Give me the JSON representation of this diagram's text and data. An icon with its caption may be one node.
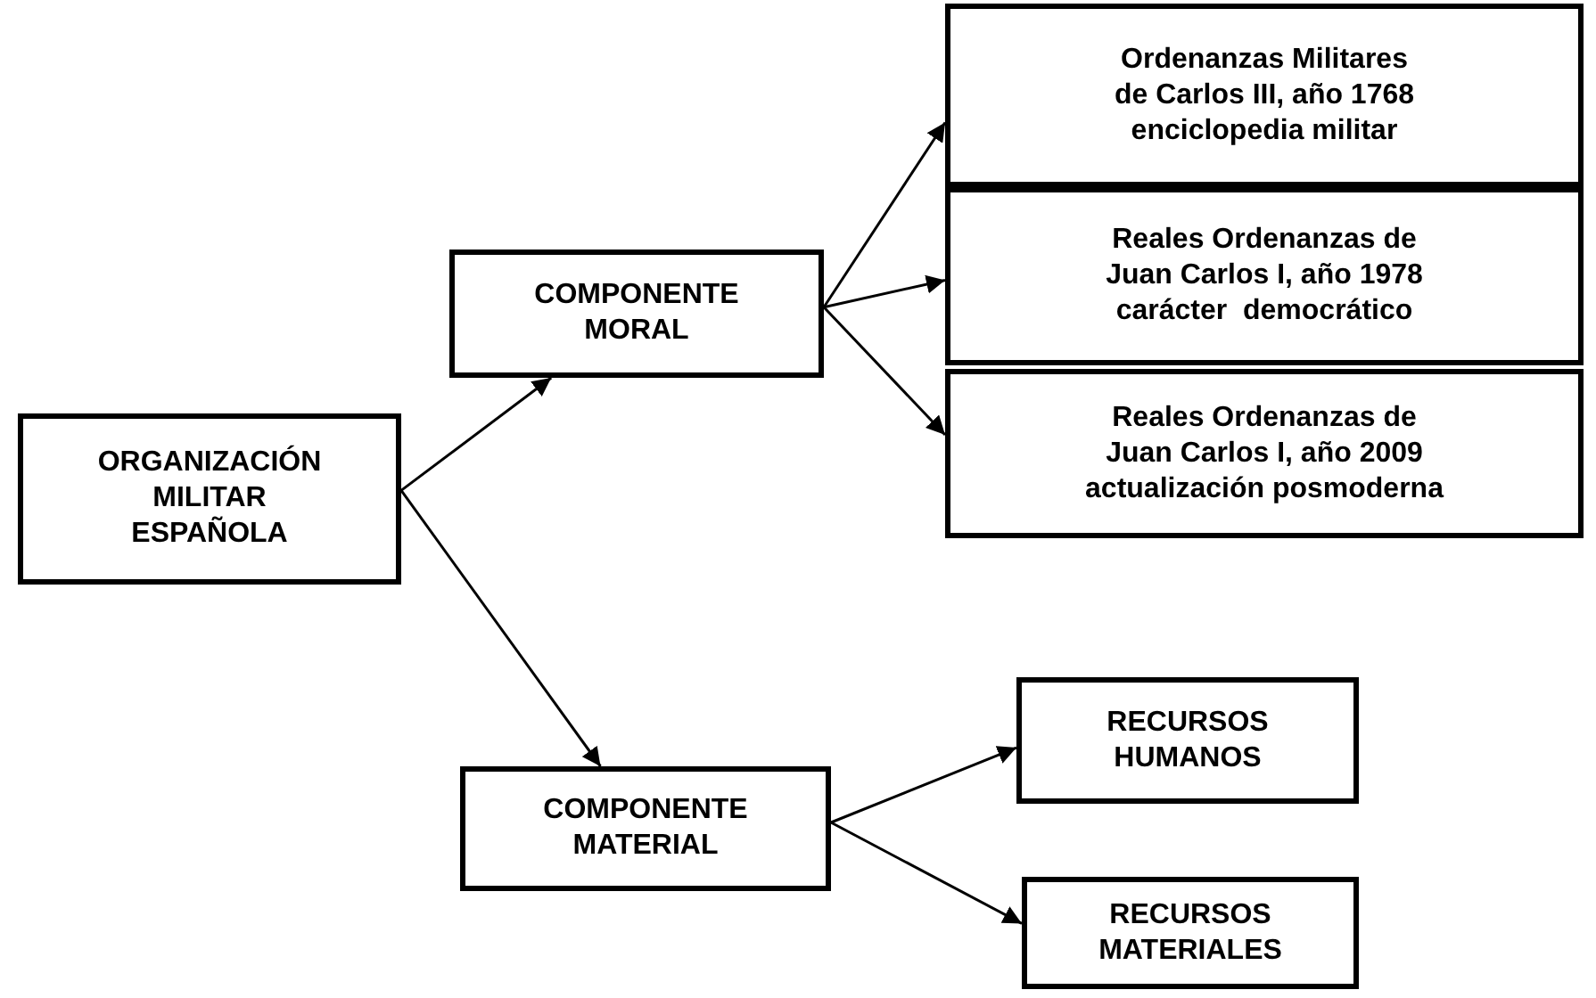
{
  "diagram": {
    "nodes": [
      {
        "text": [
          "ORGANIZACIÓN MILITAR ESPAÑOLA"
        ]
      },
      {
        "text": [
          "COMPONENTE MORAL"
        ]
      },
      {
        "text": [
          "Ordenanzas Militares de Carlos III, año 1768 enciclopedia militar"
        ]
      },
      {
        "text": [
          "Reales Ordenanzas de Juan Carlos I, año 1978 carácter  democrático"
        ]
      },
      {
        "text": [
          "Reales Ordenanzas de Juan Carlos I, año 2009 actualización posmoderna"
        ]
      },
      {
        "text": [
          "COMPONENTE MATERIAL"
        ]
      },
      {
        "text": [
          "RECURSOS HUMANOS"
        ]
      },
      {
        "text": [
          "RECURSOS MATERIALES"
        ]
      }
    ],
    "edges": [
      {
        "from": 0,
        "to": 1,
        "arrow": "to"
      },
      {
        "from": 0,
        "to": 5,
        "arrow": "to"
      },
      {
        "from": 1,
        "to": 2,
        "arrow": "to"
      },
      {
        "from": 1,
        "to": 3,
        "arrow": "to"
      },
      {
        "from": 1,
        "to": 4,
        "arrow": "to"
      },
      {
        "from": 5,
        "to": 6,
        "arrow": "to"
      },
      {
        "from": 5,
        "to": 7,
        "arrow": "to"
      }
    ]
  }
}
